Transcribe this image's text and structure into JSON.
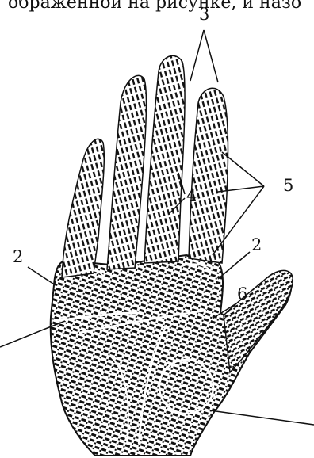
{
  "header": {
    "text": "ображенной на рисунке, и назо"
  },
  "labels": {
    "digits": "3",
    "tri_radii": "4",
    "interdigital_left": "2",
    "interdigital_right": "2",
    "finger_lines": "5",
    "thenar_line": "6"
  },
  "colors": {
    "ink": "#111111",
    "paper": "#ffffff"
  }
}
